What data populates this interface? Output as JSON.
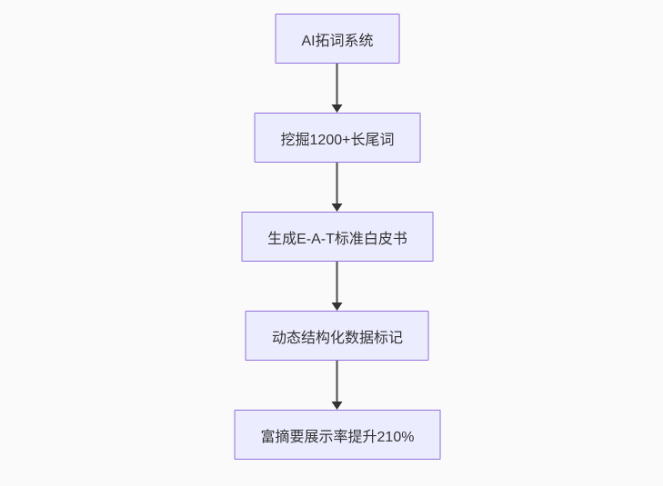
{
  "flowchart": {
    "type": "vertical-flow",
    "direction": "top-to-bottom",
    "nodes": [
      {
        "id": "node-1",
        "label": "AI拓词系统"
      },
      {
        "id": "node-2",
        "label": "挖掘1200+长尾词"
      },
      {
        "id": "node-3",
        "label": "生成E-A-T标准白皮书"
      },
      {
        "id": "node-4",
        "label": "动态结构化数据标记"
      },
      {
        "id": "node-5",
        "label": "富摘要展示率提升210%"
      }
    ],
    "edges": [
      {
        "from": "node-1",
        "to": "node-2"
      },
      {
        "from": "node-2",
        "to": "node-3"
      },
      {
        "from": "node-3",
        "to": "node-4"
      },
      {
        "from": "node-4",
        "to": "node-5"
      }
    ],
    "colors": {
      "node_fill": "#ECECFF",
      "node_border": "#9370DB",
      "text": "#333333",
      "arrow": "#333333",
      "background": "#fafafa"
    }
  }
}
